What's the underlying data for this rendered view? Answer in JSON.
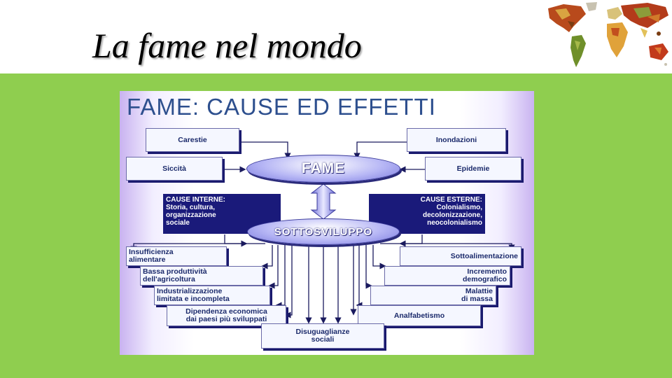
{
  "slide": {
    "title": "La fame nel mondo"
  },
  "diagram": {
    "title": "FAME: CAUSE ED EFFETTI",
    "center": "FAME",
    "core": "SOTTOSVILUPPO",
    "top_left": [
      "Carestie",
      "Siccità"
    ],
    "top_right": [
      "Inondazioni",
      "Epidemie"
    ],
    "cause_interne": "CAUSE INTERNE:\nStoria, cultura,\norganizzazione\nsociale",
    "cause_esterne": "CAUSE ESTERNE:\nColonialismo,\ndecolonizzazione,\nneocolonialismo",
    "effects_left": [
      "Insufficienza\nalimentare",
      "Bassa produttività\ndell'agricoltura",
      "Industrializzazione\nlimitata e incompleta",
      "Dipendenza economica\ndai paesi più sviluppati"
    ],
    "effects_right": [
      "Sottoalimentazione",
      "Incremento\ndemografico",
      "Malattie\ndi massa",
      "Analfabetismo"
    ],
    "effect_bottom": "Disuguaglianze\nsociali"
  },
  "colors": {
    "green_panel": "#8fce4f",
    "diagram_title": "#2d4f8e",
    "dark_box": "#1a1a7a",
    "box_text": "#1b2a6b"
  }
}
